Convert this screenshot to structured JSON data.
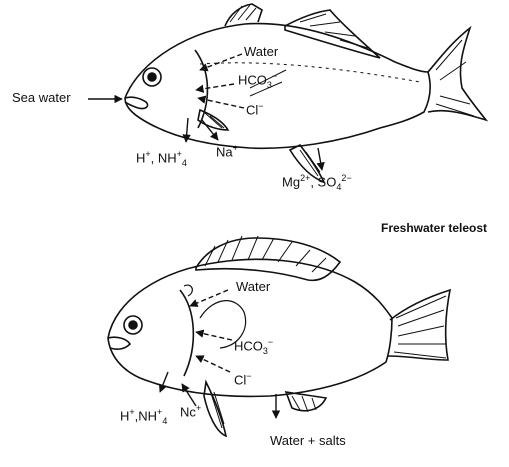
{
  "figure": {
    "bg": "#ffffff",
    "ink": "#111111",
    "marine": {
      "sea_water": "Sea water",
      "water": "Water",
      "hco3": "HCO",
      "hco3_sub": "3",
      "hco3_sup": "−",
      "cl": "Cl",
      "cl_sup": "−",
      "na": "Na",
      "na_sup": "+",
      "h_nh4": "H",
      "h_nh4_sup": "+",
      "h_nh4_mid": ", NH",
      "nh4_sup": "+",
      "nh4_sub": "4",
      "mg": "Mg",
      "mg_sup": "2+",
      "so4_pre": ", SO",
      "so4_sub": "4",
      "so4_sup": "2−"
    },
    "freshwater": {
      "title": "Freshwater teleost",
      "water": "Water",
      "hco3": "HCO",
      "hco3_sub": "3",
      "hco3_sup": "−",
      "cl": "Cl",
      "cl_sup": "−",
      "na": "Nc",
      "na_sup": "+",
      "h": "H",
      "h_sup": "+",
      "nh4_pre": ",NH",
      "nh4_sup": "+",
      "nh4_sub": "4",
      "water_salts": "Water + salts"
    }
  }
}
